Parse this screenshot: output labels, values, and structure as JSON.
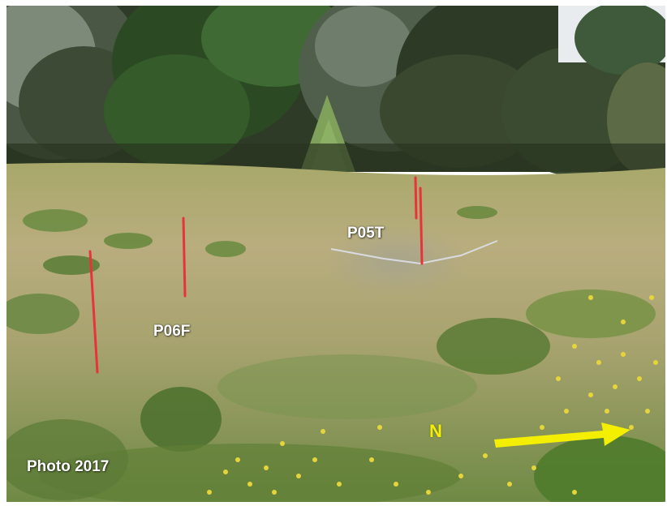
{
  "photo": {
    "plot_labels": [
      "P05T",
      "P06F"
    ],
    "caption": "Photo 2017",
    "north_label": "N",
    "colors": {
      "north_arrow": "#f4ef00",
      "stake": "#e8333b",
      "label_text": "#ffffff"
    },
    "icons": {
      "north_arrow": "arrow-right-icon"
    }
  }
}
